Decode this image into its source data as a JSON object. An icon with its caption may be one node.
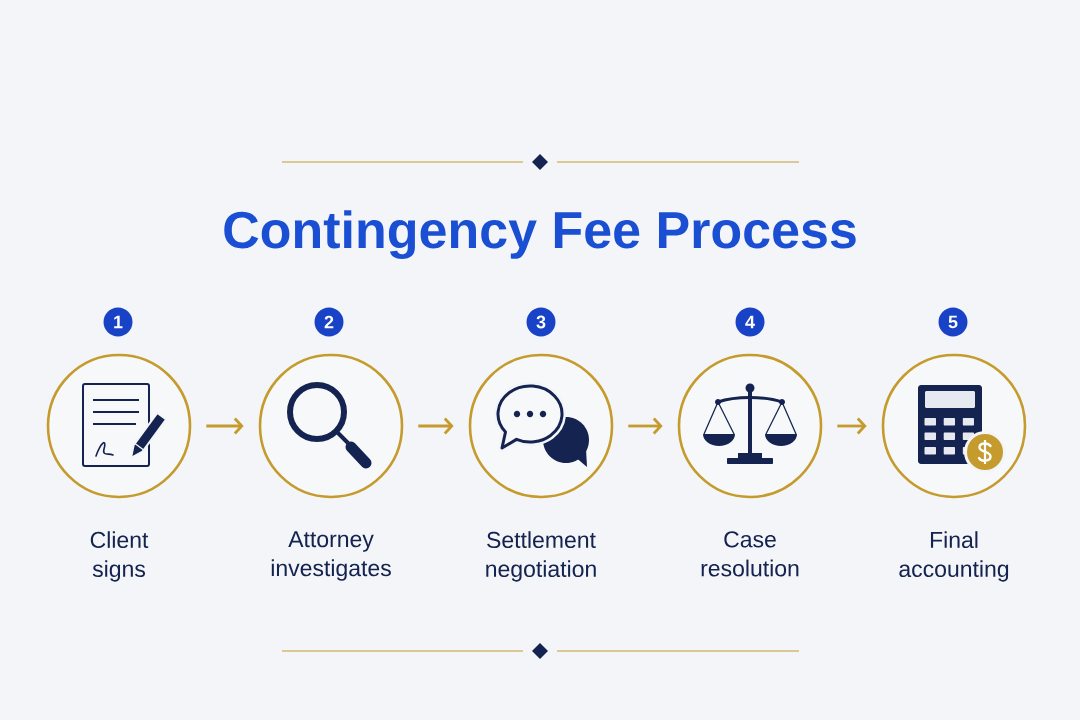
{
  "diagram": {
    "title": "Contingency Fee Process",
    "nodes": [
      {
        "text": [
          "1"
        ]
      },
      {
        "text": [
          "2"
        ]
      },
      {
        "text": [
          "3"
        ]
      },
      {
        "text": [
          "4"
        ]
      },
      {
        "text": [
          "5"
        ]
      },
      {
        "text": [
          "Client signs"
        ]
      },
      {
        "text": [
          "Attorney investigates"
        ]
      },
      {
        "text": [
          "Settlement negotiation"
        ]
      },
      {
        "text": [
          "Case resolution"
        ]
      },
      {
        "text": [
          "Final accounting"
        ]
      }
    ],
    "edges": [
      {
        "from": 5,
        "to": 6,
        "arrow": "to"
      },
      {
        "from": 6,
        "to": 7,
        "arrow": "to"
      },
      {
        "from": 7,
        "to": 8,
        "arrow": "to"
      },
      {
        "from": 8,
        "to": 9,
        "arrow": "to"
      }
    ]
  }
}
